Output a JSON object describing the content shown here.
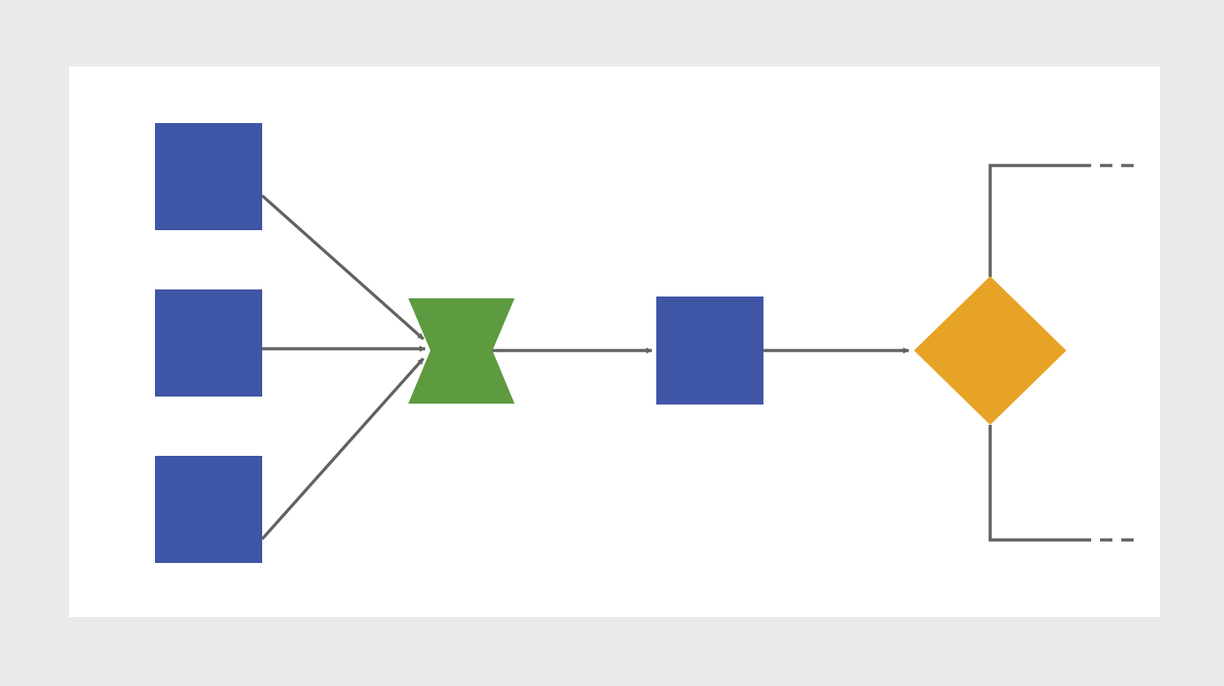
{
  "diagram": {
    "colors": {
      "outer_background": "#e9eaec",
      "canvas_background": "#ffffff",
      "process_fill": "#3f55a5",
      "merge_fill": "#5d9a40",
      "decision_fill": "#e7a325",
      "connector_stroke": "#626262"
    },
    "nodes": [
      {
        "id": "input-1",
        "shape": "square"
      },
      {
        "id": "input-2",
        "shape": "square"
      },
      {
        "id": "input-3",
        "shape": "square"
      },
      {
        "id": "merge",
        "shape": "hourglass"
      },
      {
        "id": "process",
        "shape": "square"
      },
      {
        "id": "decision",
        "shape": "diamond"
      }
    ],
    "edges": [
      {
        "from": "input-1",
        "to": "merge",
        "arrow": true
      },
      {
        "from": "input-2",
        "to": "merge",
        "arrow": true
      },
      {
        "from": "input-3",
        "to": "merge",
        "arrow": true
      },
      {
        "from": "merge",
        "to": "process",
        "arrow": true
      },
      {
        "from": "process",
        "to": "decision",
        "arrow": true
      },
      {
        "from": "decision",
        "to": "branch-top",
        "arrow": false,
        "continues": "dashed"
      },
      {
        "from": "decision",
        "to": "branch-bottom",
        "arrow": false,
        "continues": "dashed"
      }
    ]
  }
}
